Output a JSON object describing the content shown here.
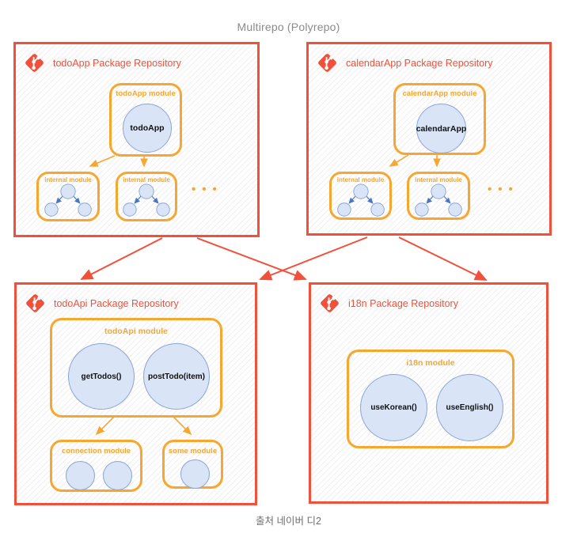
{
  "title": "Multirepo (Polyrepo)",
  "caption": "출처 네이버 디2",
  "colors": {
    "repo_border_red": "#f1503a",
    "module_border_orange": "#f7a62f",
    "circle_fill_blue": "#d9e4f7",
    "circle_border_blue": "#8aa5d6",
    "internal_arrow_blue": "#5d87cf",
    "title_gray": "#8b8b8b"
  },
  "repos": [
    {
      "title": "todoApp Package Repository",
      "icon": "git-icon",
      "module": {
        "label": "todoApp module",
        "circles": [
          "todoApp"
        ]
      },
      "internal_modules": [
        {
          "label": "internal module"
        },
        {
          "label": "internal module"
        }
      ],
      "ellipsis": "•••"
    },
    {
      "title": "calendarApp Package Repository",
      "icon": "git-icon",
      "module": {
        "label": "calendarApp module",
        "circles": [
          "calendarApp"
        ]
      },
      "internal_modules": [
        {
          "label": "internal module"
        },
        {
          "label": "internal module"
        }
      ],
      "ellipsis": "•••"
    },
    {
      "title": "todoApi Package Repository",
      "icon": "git-icon",
      "module": {
        "label": "todoApi module",
        "circles": [
          "getTodos()",
          "postTodo(item)"
        ]
      },
      "sub_modules": [
        {
          "label": "connection module",
          "circle_count": 2
        },
        {
          "label": "some module",
          "circle_count": 1
        }
      ]
    },
    {
      "title": "i18n Package Repository",
      "icon": "git-icon",
      "module": {
        "label": "i18n module",
        "circles": [
          "useKorean()",
          "useEnglish()"
        ]
      }
    }
  ]
}
